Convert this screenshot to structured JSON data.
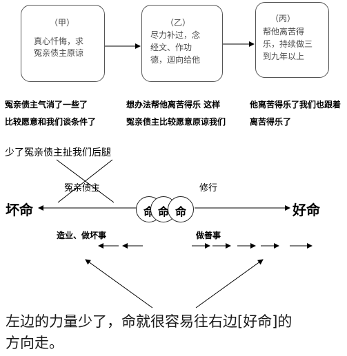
{
  "boxes": [
    {
      "tag": "（甲）",
      "lines": [
        "真心忏悔，求",
        "冤亲债主原谅"
      ]
    },
    {
      "tag": "（乙）",
      "lines": [
        "尽力补过，念",
        "经文、作功",
        "德，迴向给他"
      ]
    },
    {
      "tag": "（丙）",
      "lines": [
        "帮他离苦得",
        "乐，持续做三",
        "到九年以上"
      ]
    }
  ],
  "captions": {
    "c1_line1": "冤亲债主气消了一些了",
    "c1_line2": "比较愿意和我们谈条件了",
    "c2_line1": "想办法帮他离苦得乐 这样",
    "c2_line2": "冤亲债主比较愿意原谅我们",
    "c3_line1": "他离苦得乐了我们也跟着",
    "c3_line2": "离苦得乐了"
  },
  "note": "少了冤亲债主扯我们后腿",
  "axis": {
    "left_label": "坏命",
    "right_label": "好命",
    "left_force": "冤亲债主",
    "right_force": "修行",
    "circle_label": "命",
    "left_action": "造业、做坏事",
    "right_action": "做善事"
  },
  "conclusion": {
    "line1": "左边的力量少了，命就很容易往右边[好命]的",
    "line2": "方向走。"
  }
}
